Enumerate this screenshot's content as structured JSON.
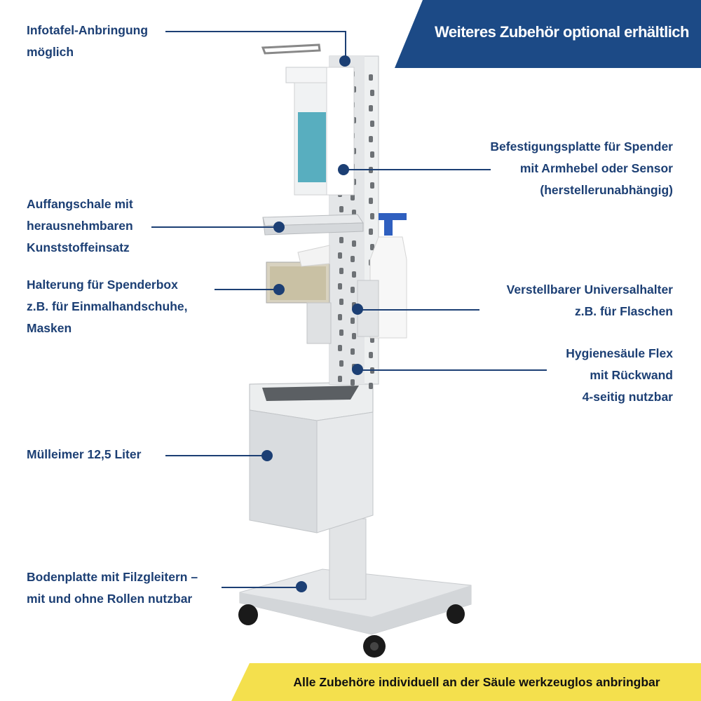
{
  "header_banner": {
    "text": "Weiteres Zubehör optional erhältlich",
    "color": "#1c4a86"
  },
  "footer_banner": {
    "text": "Alle Zubehöre individuell an der Säule werkzeuglos anbringbar",
    "color": "#f4e04d"
  },
  "accent_color": "#1c3f74",
  "callouts": [
    {
      "lines": [
        "Infotafel-Anbringung",
        "möglich"
      ]
    },
    {
      "lines": [
        "Befestigungsplatte für Spender",
        "mit Armhebel oder Sensor",
        "(herstellerunabhängig)"
      ]
    },
    {
      "lines": [
        "Auffangschale mit",
        "herausnehmbaren",
        "Kunststoffeinsatz"
      ]
    },
    {
      "lines": [
        "Halterung für Spenderbox",
        "z.B. für Einmalhandschuhe,",
        "Masken"
      ]
    },
    {
      "lines": [
        "Verstellbarer Universalhalter",
        "z.B. für Flaschen"
      ]
    },
    {
      "lines": [
        "Hygienesäule Flex",
        "mit Rückwand",
        "4-seitig nutzbar"
      ]
    },
    {
      "lines": [
        "Mülleimer 12,5 Liter"
      ]
    },
    {
      "lines": [
        "Bodenplatte mit Filzgleitern –",
        "mit und ohne Rollen nutzbar"
      ]
    }
  ]
}
